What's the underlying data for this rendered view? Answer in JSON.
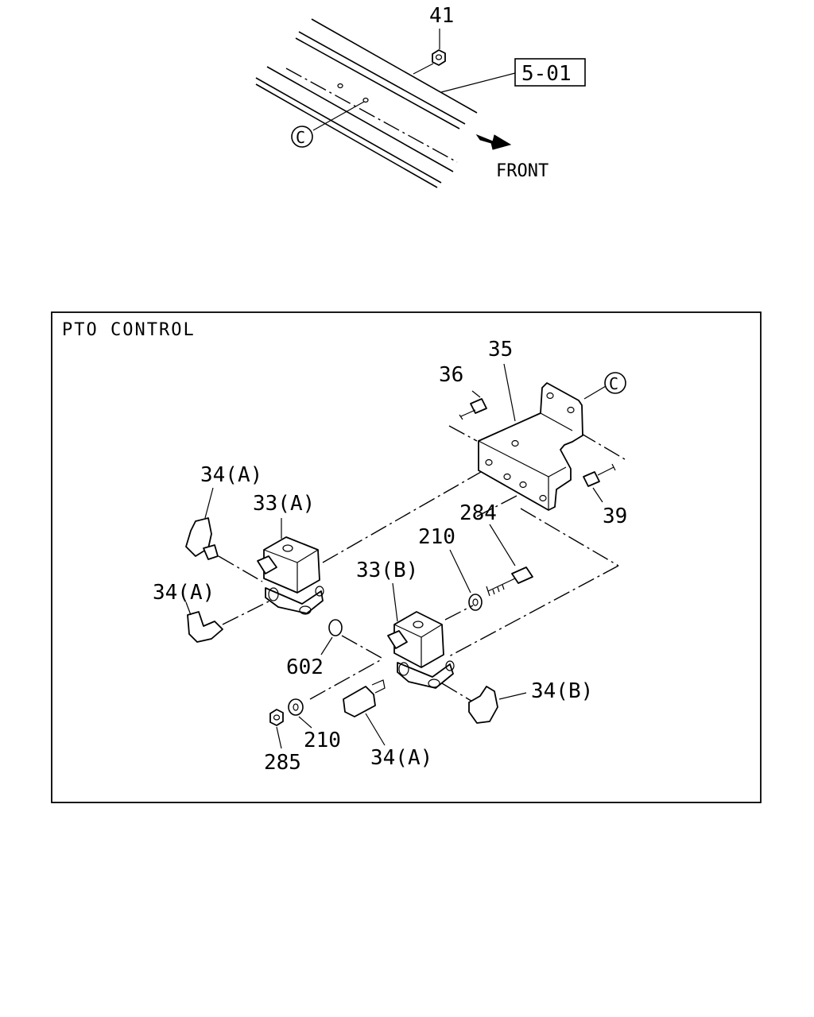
{
  "top_view": {
    "part_41": "41",
    "ref_page": "5-01",
    "callout_c": "C",
    "front_label": "FRONT"
  },
  "pto_panel": {
    "title": "PTO CONTROL",
    "labels": {
      "p35": "35",
      "p36": "36",
      "callout_c": "C",
      "p39": "39",
      "p34a_top": "34(A)",
      "p33a": "33(A)",
      "p34a_left": "34(A)",
      "p284": "284",
      "p210_upper": "210",
      "p33b": "33(B)",
      "p602": "602",
      "p34b": "34(B)",
      "p210_lower": "210",
      "p285": "285",
      "p34a_bottom": "34(A)"
    }
  }
}
